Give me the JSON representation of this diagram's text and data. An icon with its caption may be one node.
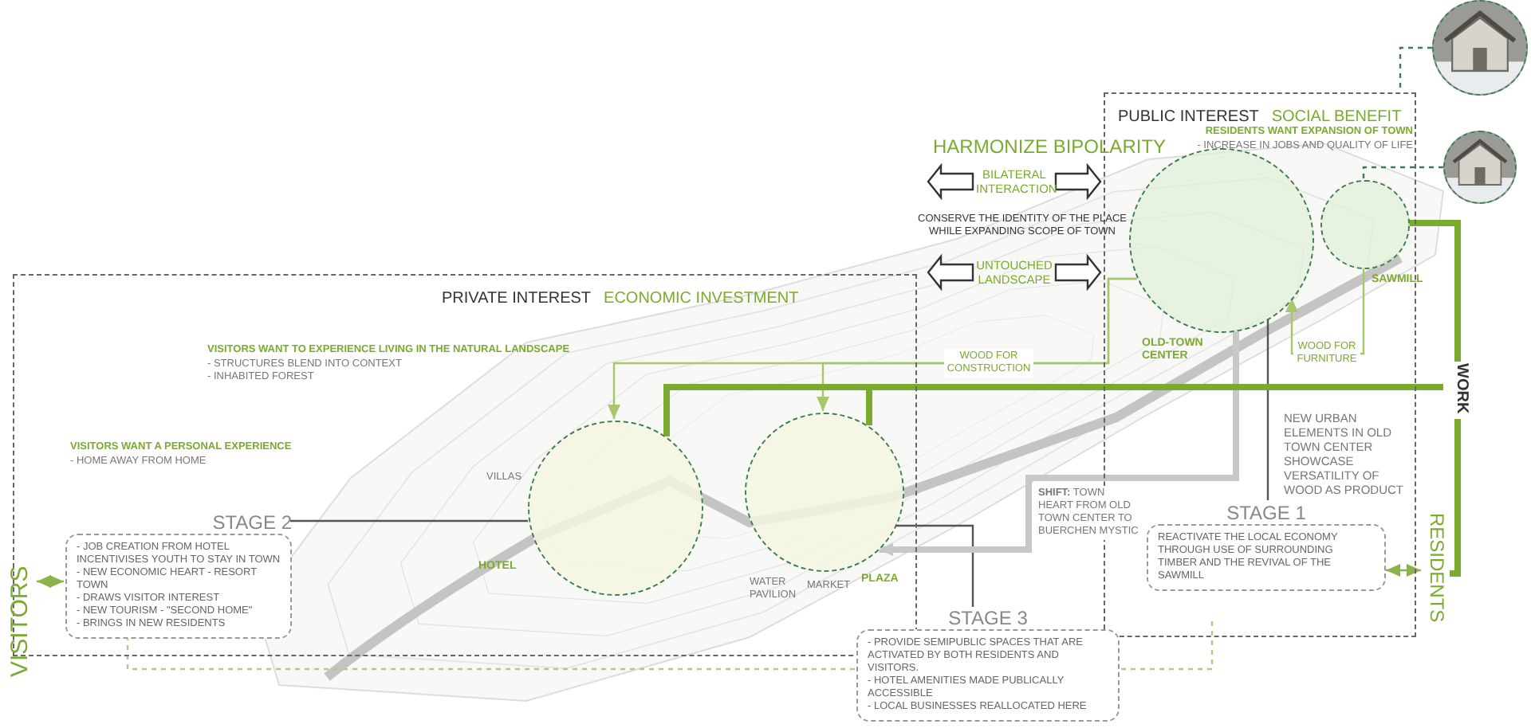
{
  "diagram": {
    "nodes": [
      {
        "text": [],
        "shape": "picture"
      },
      {
        "text": [],
        "shape": "picture"
      },
      {
        "text": [
          "PUBLIC INTEREST",
          "SOCIAL BENEFIT"
        ]
      },
      {
        "text": [],
        "shape": "circle",
        "in": 2,
        "beside": [
          "OLD-TOWN CENTER"
        ]
      },
      {
        "text": [],
        "shape": "circle",
        "in": 2,
        "beside": [
          "SAWMILL"
        ]
      },
      {
        "text": [
          "STAGE 1",
          "REACTIVATE THE LOCAL ECONOMY THROUGH USE OF SURROUNDING TIMBER AND THE REVIVAL OF THE SAWMILL"
        ],
        "in": 2
      },
      {
        "text": [
          "WORK"
        ]
      },
      {
        "text": [
          "PRIVATE INTEREST",
          "ECONOMIC INVESTMENT"
        ]
      },
      {
        "text": [],
        "shape": "circle",
        "in": 7,
        "beside": [
          "VILLAS",
          "HOTEL"
        ]
      },
      {
        "text": [],
        "shape": "circle",
        "in": 7,
        "beside": [
          "WATER PAVILION",
          "MARKET",
          "PLAZA"
        ]
      },
      {
        "text": [
          "STAGE 2",
          "- JOB CREATION FROM HOTEL INCENTIVISES YOUTH TO STAY IN TOWN",
          "- NEW ECONOMIC HEART - RESORT TOWN",
          "- DRAWS VISITOR INTEREST",
          "- NEW TOURISM - \"SECOND HOME\"",
          "- BRINGS IN NEW RESIDENTS"
        ],
        "in": 7
      },
      {
        "text": [
          "VISITORS"
        ]
      },
      {
        "text": [
          "RESIDENTS"
        ]
      },
      {
        "text": [
          "STAGE 3",
          "- PROVIDE SEMIPUBLIC SPACES THAT ARE ACTIVATED BY BOTH RESIDENTS AND VISITORS.",
          "- HOTEL AMENITIES MADE PUBLICALLY ACCESSIBLE",
          "- LOCAL BUSINESSES REALLOCATED HERE"
        ]
      }
    ],
    "edges": [
      {
        "from": 11,
        "to": 10,
        "arrow": "both",
        "color": "#8ab34a"
      },
      {
        "from": 12,
        "to": 5,
        "arrow": "both",
        "color": "#8ab34a"
      },
      {
        "from": 10,
        "to": 8,
        "arrow": "none"
      },
      {
        "from": 13,
        "to": 9,
        "arrow": "none"
      },
      {
        "from": 5,
        "to": 3,
        "arrow": "none"
      },
      {
        "from": 3,
        "to": 9,
        "arrow": "to",
        "style": "thick",
        "color": "#c8c8c8",
        "label": "**SHIFT:** TOWN HEART FROM OLD TOWN CENTER TO BUERCHEN MYSTIC"
      },
      {
        "from": 4,
        "to": 3,
        "arrow": "to",
        "color": "#a8c66c",
        "label": "WOOD FOR FURNITURE"
      },
      {
        "from": 3,
        "to": 8,
        "arrow": "to",
        "color": "#a8c66c",
        "label": "WOOD FOR CONSTRUCTION"
      },
      {
        "from": 3,
        "to": 9,
        "arrow": "to",
        "color": "#a8c66c"
      },
      {
        "from": 8,
        "to": 6,
        "arrow": "none",
        "style": "thick",
        "color": "#7aab2e"
      },
      {
        "from": 9,
        "to": 6,
        "arrow": "none",
        "style": "thick",
        "color": "#7aab2e"
      },
      {
        "from": 4,
        "to": 6,
        "arrow": "none",
        "style": "thick",
        "color": "#7aab2e"
      },
      {
        "from": 6,
        "to": 12,
        "arrow": "none",
        "style": "thick",
        "color": "#7aab2e"
      },
      {
        "from": 10,
        "to": 13,
        "arrow": "none",
        "style": "dashed",
        "color": "#b5c98a"
      },
      {
        "from": 13,
        "to": 5,
        "arrow": "none",
        "style": "dashed",
        "color": "#b5c98a"
      },
      {
        "from": 0,
        "to": 2,
        "arrow": "none",
        "style": "dashed",
        "color": "#3e7d52"
      },
      {
        "from": 1,
        "to": 4,
        "arrow": "none",
        "style": "dashed",
        "color": "#3e7d52"
      }
    ],
    "labels": [
      "HARMONIZE BIPOLARITY",
      "BILATERAL INTERACTION",
      "CONSERVE THE IDENTITY OF THE PLACE WHILE EXPANDING SCOPE OF TOWN",
      "UNTOUCHED LANDSCAPE",
      "RESIDENTS WANT EXPANSION OF TOWN",
      "- INCREASE IN JOBS AND QUALITY OF LIFE",
      "VISITORS WANT TO EXPERIENCE LIVING IN THE NATURAL LANDSCAPE",
      "- STRUCTURES BLEND INTO CONTEXT",
      "- INHABITED FOREST",
      "VISITORS WANT A PERSONAL EXPERIENCE",
      "- HOME AWAY FROM HOME",
      "NEW URBAN ELEMENTS IN OLD TOWN CENTER SHOWCASE VERSATILITY OF WOOD AS PRODUCT"
    ]
  }
}
